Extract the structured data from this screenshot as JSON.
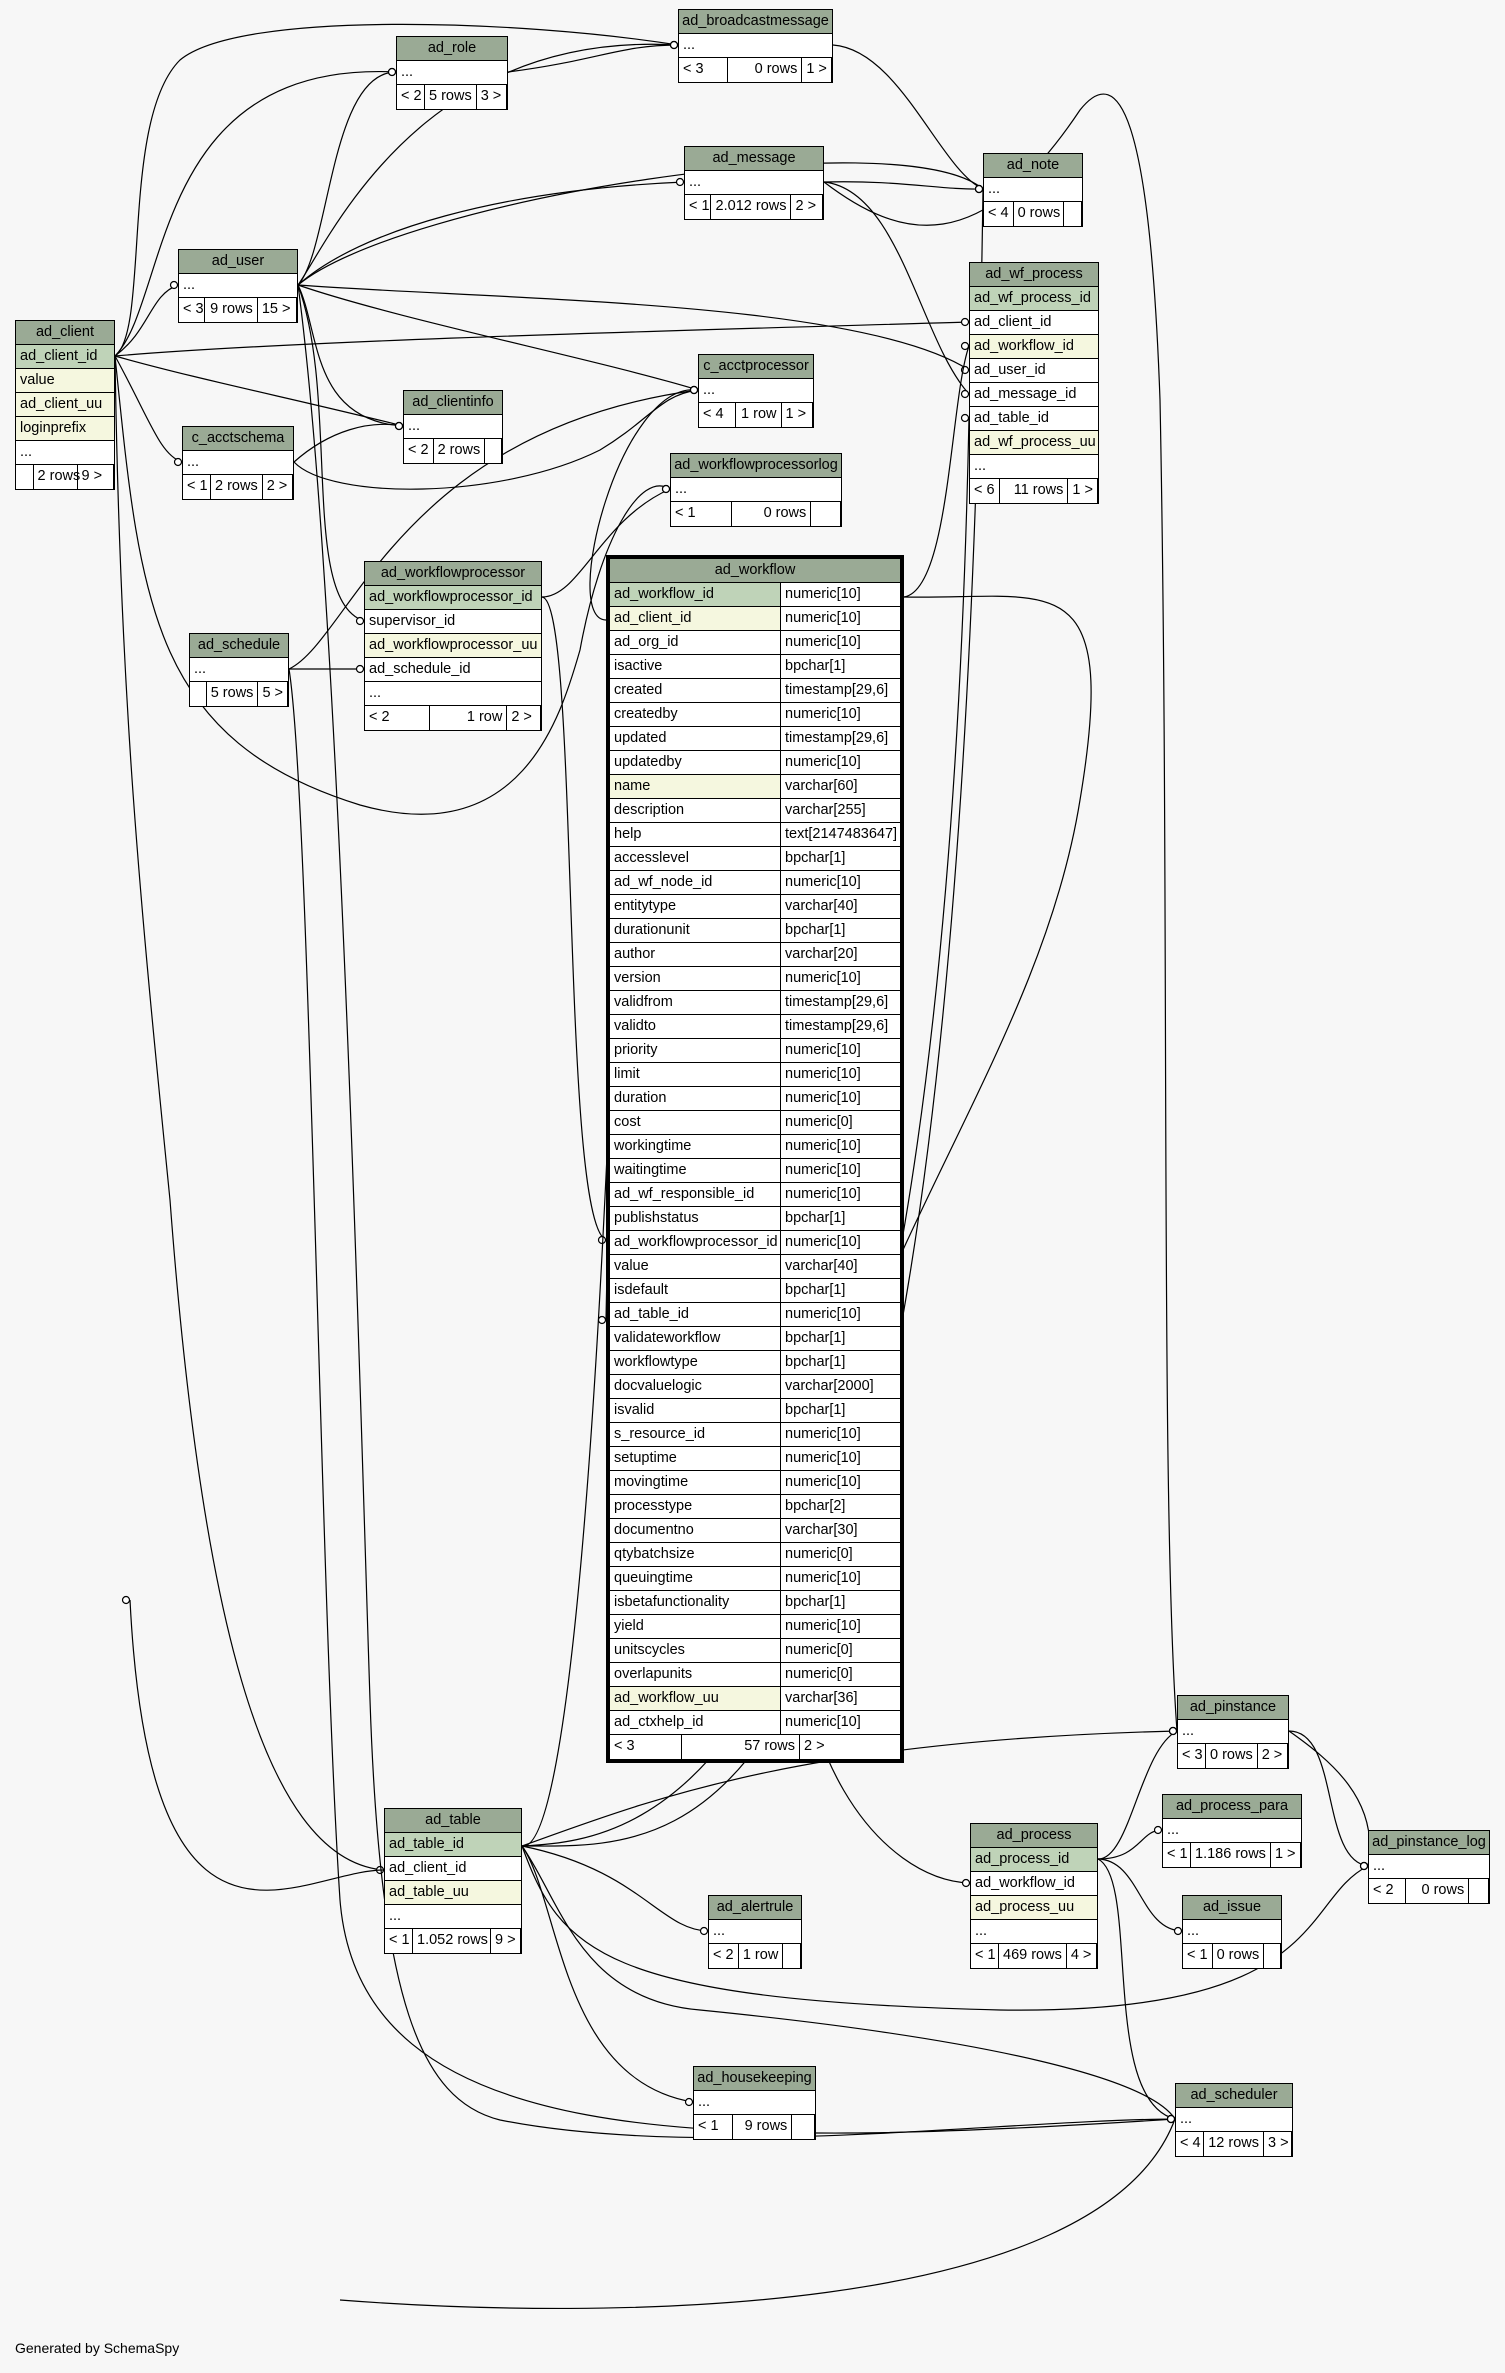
{
  "footer_text": "Generated by SchemaSpy",
  "tables": [
    {
      "id": "ad_client",
      "name": "ad_client",
      "columns": [
        {
          "name": "ad_client_id",
          "kind": "pk"
        },
        {
          "name": "value",
          "kind": "uq"
        },
        {
          "name": "ad_client_uu",
          "kind": "uq"
        },
        {
          "name": "loginprefix",
          "kind": "uq"
        },
        {
          "name": "...",
          "kind": "plain"
        }
      ],
      "footer": {
        "parents": "",
        "rows": "2 rows",
        "children": "9 >"
      }
    },
    {
      "id": "ad_user",
      "name": "ad_user",
      "columns": [
        {
          "name": "...",
          "kind": "plain"
        }
      ],
      "footer": {
        "parents": "< 3",
        "rows": "9 rows",
        "children": "15 >"
      }
    },
    {
      "id": "ad_role",
      "name": "ad_role",
      "columns": [
        {
          "name": "...",
          "kind": "plain"
        }
      ],
      "footer": {
        "parents": "< 2",
        "rows": "5 rows",
        "children": "3 >"
      }
    },
    {
      "id": "ad_broadcastmessage",
      "name": "ad_broadcastmessage",
      "columns": [
        {
          "name": "...",
          "kind": "plain"
        }
      ],
      "footer": {
        "parents": "< 3",
        "rows": "0 rows",
        "children": "1 >"
      }
    },
    {
      "id": "ad_message",
      "name": "ad_message",
      "columns": [
        {
          "name": "...",
          "kind": "plain"
        }
      ],
      "footer": {
        "parents": "< 1",
        "rows": "2.012 rows",
        "children": "2 >"
      }
    },
    {
      "id": "ad_note",
      "name": "ad_note",
      "columns": [
        {
          "name": "...",
          "kind": "plain"
        }
      ],
      "footer": {
        "parents": "< 4",
        "rows": "0 rows",
        "children": ""
      }
    },
    {
      "id": "ad_wf_process",
      "name": "ad_wf_process",
      "columns": [
        {
          "name": "ad_wf_process_id",
          "kind": "pk"
        },
        {
          "name": "ad_client_id",
          "kind": "plain"
        },
        {
          "name": "ad_workflow_id",
          "kind": "uq"
        },
        {
          "name": "ad_user_id",
          "kind": "plain"
        },
        {
          "name": "ad_message_id",
          "kind": "plain"
        },
        {
          "name": "ad_table_id",
          "kind": "plain"
        },
        {
          "name": "ad_wf_process_uu",
          "kind": "uq"
        },
        {
          "name": "...",
          "kind": "plain"
        }
      ],
      "footer": {
        "parents": "< 6",
        "rows": "11 rows",
        "children": "1 >"
      }
    },
    {
      "id": "c_acctschema",
      "name": "c_acctschema",
      "columns": [
        {
          "name": "...",
          "kind": "plain"
        }
      ],
      "footer": {
        "parents": "< 1",
        "rows": "2 rows",
        "children": "2 >"
      }
    },
    {
      "id": "ad_clientinfo",
      "name": "ad_clientinfo",
      "columns": [
        {
          "name": "...",
          "kind": "plain"
        }
      ],
      "footer": {
        "parents": "< 2",
        "rows": "2 rows",
        "children": ""
      }
    },
    {
      "id": "c_acctprocessor",
      "name": "c_acctprocessor",
      "columns": [
        {
          "name": "...",
          "kind": "plain"
        }
      ],
      "footer": {
        "parents": "< 4",
        "rows": "1 row",
        "children": "1 >"
      }
    },
    {
      "id": "ad_workflowprocessorlog",
      "name": "ad_workflowprocessorlog",
      "columns": [
        {
          "name": "...",
          "kind": "plain"
        }
      ],
      "footer": {
        "parents": "< 1",
        "rows": "0 rows",
        "children": ""
      }
    },
    {
      "id": "ad_workflowprocessor",
      "name": "ad_workflowprocessor",
      "columns": [
        {
          "name": "ad_workflowprocessor_id",
          "kind": "pk"
        },
        {
          "name": "supervisor_id",
          "kind": "plain"
        },
        {
          "name": "ad_workflowprocessor_uu",
          "kind": "uq"
        },
        {
          "name": "ad_schedule_id",
          "kind": "plain"
        },
        {
          "name": "...",
          "kind": "plain"
        }
      ],
      "footer": {
        "parents": "< 2",
        "rows": "1 row",
        "children": "2 >"
      }
    },
    {
      "id": "ad_schedule",
      "name": "ad_schedule",
      "columns": [
        {
          "name": "...",
          "kind": "plain"
        }
      ],
      "footer": {
        "parents": "",
        "rows": "5 rows",
        "children": "5 >"
      }
    },
    {
      "id": "ad_workflow",
      "name": "ad_workflow",
      "focus": true,
      "columns": [
        {
          "name": "ad_workflow_id",
          "type": "numeric[10]",
          "kind": "pk"
        },
        {
          "name": "ad_client_id",
          "type": "numeric[10]",
          "kind": "uq"
        },
        {
          "name": "ad_org_id",
          "type": "numeric[10]",
          "kind": "plain"
        },
        {
          "name": "isactive",
          "type": "bpchar[1]",
          "kind": "plain"
        },
        {
          "name": "created",
          "type": "timestamp[29,6]",
          "kind": "plain"
        },
        {
          "name": "createdby",
          "type": "numeric[10]",
          "kind": "plain"
        },
        {
          "name": "updated",
          "type": "timestamp[29,6]",
          "kind": "plain"
        },
        {
          "name": "updatedby",
          "type": "numeric[10]",
          "kind": "plain"
        },
        {
          "name": "name",
          "type": "varchar[60]",
          "kind": "uq"
        },
        {
          "name": "description",
          "type": "varchar[255]",
          "kind": "plain"
        },
        {
          "name": "help",
          "type": "text[2147483647]",
          "kind": "plain"
        },
        {
          "name": "accesslevel",
          "type": "bpchar[1]",
          "kind": "plain"
        },
        {
          "name": "ad_wf_node_id",
          "type": "numeric[10]",
          "kind": "plain"
        },
        {
          "name": "entitytype",
          "type": "varchar[40]",
          "kind": "plain"
        },
        {
          "name": "durationunit",
          "type": "bpchar[1]",
          "kind": "plain"
        },
        {
          "name": "author",
          "type": "varchar[20]",
          "kind": "plain"
        },
        {
          "name": "version",
          "type": "numeric[10]",
          "kind": "plain"
        },
        {
          "name": "validfrom",
          "type": "timestamp[29,6]",
          "kind": "plain"
        },
        {
          "name": "validto",
          "type": "timestamp[29,6]",
          "kind": "plain"
        },
        {
          "name": "priority",
          "type": "numeric[10]",
          "kind": "plain"
        },
        {
          "name": "limit",
          "type": "numeric[10]",
          "kind": "plain"
        },
        {
          "name": "duration",
          "type": "numeric[10]",
          "kind": "plain"
        },
        {
          "name": "cost",
          "type": "numeric[0]",
          "kind": "plain"
        },
        {
          "name": "workingtime",
          "type": "numeric[10]",
          "kind": "plain"
        },
        {
          "name": "waitingtime",
          "type": "numeric[10]",
          "kind": "plain"
        },
        {
          "name": "ad_wf_responsible_id",
          "type": "numeric[10]",
          "kind": "plain"
        },
        {
          "name": "publishstatus",
          "type": "bpchar[1]",
          "kind": "plain"
        },
        {
          "name": "ad_workflowprocessor_id",
          "type": "numeric[10]",
          "kind": "plain"
        },
        {
          "name": "value",
          "type": "varchar[40]",
          "kind": "plain"
        },
        {
          "name": "isdefault",
          "type": "bpchar[1]",
          "kind": "plain"
        },
        {
          "name": "ad_table_id",
          "type": "numeric[10]",
          "kind": "plain"
        },
        {
          "name": "validateworkflow",
          "type": "bpchar[1]",
          "kind": "plain"
        },
        {
          "name": "workflowtype",
          "type": "bpchar[1]",
          "kind": "plain"
        },
        {
          "name": "docvaluelogic",
          "type": "varchar[2000]",
          "kind": "plain"
        },
        {
          "name": "isvalid",
          "type": "bpchar[1]",
          "kind": "plain"
        },
        {
          "name": "s_resource_id",
          "type": "numeric[10]",
          "kind": "plain"
        },
        {
          "name": "setuptime",
          "type": "numeric[10]",
          "kind": "plain"
        },
        {
          "name": "movingtime",
          "type": "numeric[10]",
          "kind": "plain"
        },
        {
          "name": "processtype",
          "type": "bpchar[2]",
          "kind": "plain"
        },
        {
          "name": "documentno",
          "type": "varchar[30]",
          "kind": "plain"
        },
        {
          "name": "qtybatchsize",
          "type": "numeric[0]",
          "kind": "plain"
        },
        {
          "name": "queuingtime",
          "type": "numeric[10]",
          "kind": "plain"
        },
        {
          "name": "isbetafunctionality",
          "type": "bpchar[1]",
          "kind": "plain"
        },
        {
          "name": "yield",
          "type": "numeric[10]",
          "kind": "plain"
        },
        {
          "name": "unitscycles",
          "type": "numeric[0]",
          "kind": "plain"
        },
        {
          "name": "overlapunits",
          "type": "numeric[0]",
          "kind": "plain"
        },
        {
          "name": "ad_workflow_uu",
          "type": "varchar[36]",
          "kind": "uq"
        },
        {
          "name": "ad_ctxhelp_id",
          "type": "numeric[10]",
          "kind": "plain"
        }
      ],
      "footer": {
        "parents": "< 3",
        "rows": "57 rows",
        "children": "2 >"
      }
    },
    {
      "id": "ad_table",
      "name": "ad_table",
      "columns": [
        {
          "name": "ad_table_id",
          "kind": "pk"
        },
        {
          "name": "ad_client_id",
          "kind": "plain"
        },
        {
          "name": "ad_table_uu",
          "kind": "uq"
        },
        {
          "name": "...",
          "kind": "plain"
        }
      ],
      "footer": {
        "parents": "< 1",
        "rows": "1.052 rows",
        "children": "9 >"
      }
    },
    {
      "id": "ad_alertrule",
      "name": "ad_alertrule",
      "columns": [
        {
          "name": "...",
          "kind": "plain"
        }
      ],
      "footer": {
        "parents": "< 2",
        "rows": "1 row",
        "children": ""
      }
    },
    {
      "id": "ad_housekeeping",
      "name": "ad_housekeeping",
      "columns": [
        {
          "name": "...",
          "kind": "plain"
        }
      ],
      "footer": {
        "parents": "< 1",
        "rows": "9 rows",
        "children": ""
      }
    },
    {
      "id": "ad_process",
      "name": "ad_process",
      "columns": [
        {
          "name": "ad_process_id",
          "kind": "pk"
        },
        {
          "name": "ad_workflow_id",
          "kind": "plain"
        },
        {
          "name": "ad_process_uu",
          "kind": "uq"
        },
        {
          "name": "...",
          "kind": "plain"
        }
      ],
      "footer": {
        "parents": "< 1",
        "rows": "469 rows",
        "children": "4 >"
      }
    },
    {
      "id": "ad_process_para",
      "name": "ad_process_para",
      "columns": [
        {
          "name": "...",
          "kind": "plain"
        }
      ],
      "footer": {
        "parents": "< 1",
        "rows": "1.186 rows",
        "children": "1 >"
      }
    },
    {
      "id": "ad_issue",
      "name": "ad_issue",
      "columns": [
        {
          "name": "...",
          "kind": "plain"
        }
      ],
      "footer": {
        "parents": "< 1",
        "rows": "0 rows",
        "children": ""
      }
    },
    {
      "id": "ad_pinstance",
      "name": "ad_pinstance",
      "columns": [
        {
          "name": "...",
          "kind": "plain"
        }
      ],
      "footer": {
        "parents": "< 3",
        "rows": "0 rows",
        "children": "2 >"
      }
    },
    {
      "id": "ad_pinstance_log",
      "name": "ad_pinstance_log",
      "columns": [
        {
          "name": "...",
          "kind": "plain"
        }
      ],
      "footer": {
        "parents": "< 2",
        "rows": "0 rows",
        "children": ""
      }
    },
    {
      "id": "ad_scheduler",
      "name": "ad_scheduler",
      "columns": [
        {
          "name": "...",
          "kind": "plain"
        }
      ],
      "footer": {
        "parents": "< 4",
        "rows": "12 rows",
        "children": "3 >"
      }
    }
  ]
}
